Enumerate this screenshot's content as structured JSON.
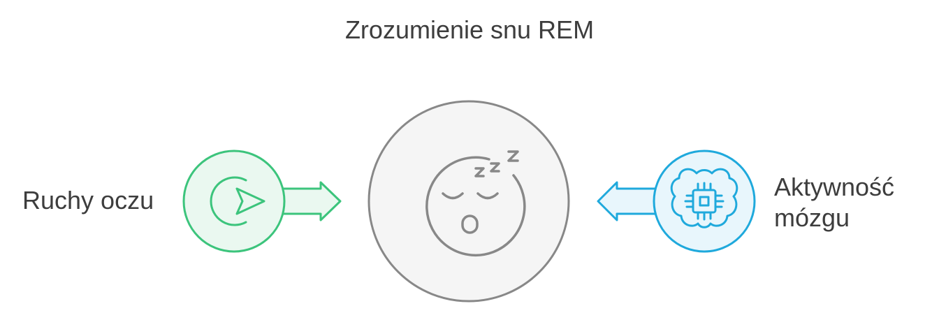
{
  "title": "Zrozumienie snu REM",
  "left_node": {
    "label": "Ruchy oczu",
    "icon": "eye-movement-play-icon",
    "color": "#3cc47c",
    "fill": "#eaf8f0"
  },
  "center_node": {
    "icon": "sleeping-face-icon",
    "snore_text": "z z z",
    "color": "#888888",
    "fill": "#f5f5f5"
  },
  "right_node": {
    "label_line1": "Aktywność",
    "label_line2": "mózgu",
    "icon": "brain-chip-icon",
    "color": "#1fa9dc",
    "fill": "#e8f6fc"
  }
}
